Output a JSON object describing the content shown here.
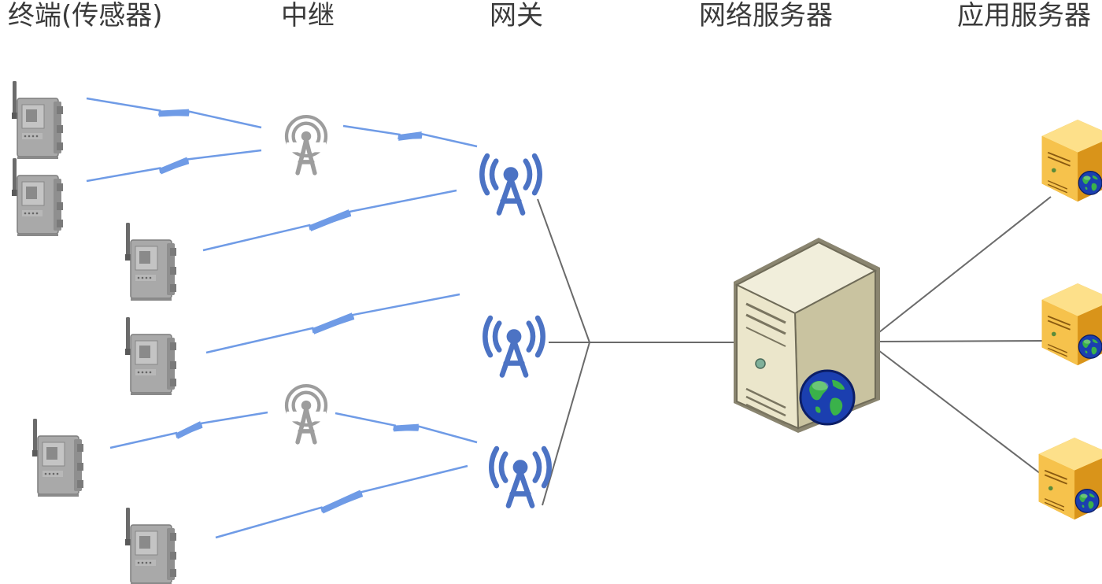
{
  "headers": {
    "terminal": "终端(传感器)",
    "relay": "中继",
    "gateway": "网关",
    "network_server": "网络服务器",
    "app_server": "应用服务器"
  },
  "colors": {
    "wireless_link": "#6f9be6",
    "gateway_tower": "#4c73c4",
    "relay_tower": "#9d9d9d",
    "wired_link": "#6a6a6a",
    "app_server_body": "#f5c24a",
    "network_server_body": "#e7e2c6"
  },
  "icons": {
    "terminal": "sensor-device-icon",
    "relay": "relay-tower-icon",
    "gateway": "gateway-tower-icon",
    "network_server": "network-server-globe-icon",
    "app_server": "application-server-globe-icon"
  }
}
